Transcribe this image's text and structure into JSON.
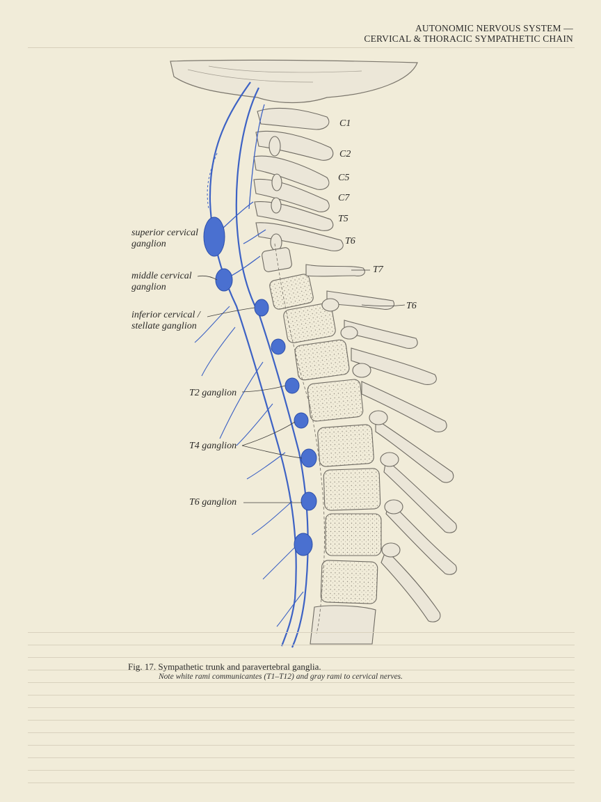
{
  "header": {
    "line1": "AUTONOMIC NERVOUS SYSTEM —",
    "line2": "CERVICAL & THORACIC SYMPATHETIC CHAIN"
  },
  "vertebra_labels": [
    "C1",
    "C2",
    "C5",
    "C7",
    "T5",
    "T6",
    "T7",
    "T6"
  ],
  "ganglion_labels": {
    "superior": [
      "superior cervical",
      "ganglion"
    ],
    "middle": [
      "middle cervical",
      "ganglion"
    ],
    "inferior": [
      "inferior cervical /",
      "stellate ganglion"
    ],
    "t2": "T2 ganglion",
    "t4": "T4 ganglion",
    "t6": "T6 ganglion"
  },
  "caption": {
    "title": "Fig. 17. Sympathetic trunk and paravertebral ganglia.",
    "note": "Note white rami communicantes (T1–T12) and gray rami to cervical nerves."
  },
  "colors": {
    "paper": "#f1ecd9",
    "nerve": "#3d62c4",
    "ganglion": "#4a70d0",
    "bone": "#e9e4d6",
    "pencil": "#6e6a62"
  }
}
